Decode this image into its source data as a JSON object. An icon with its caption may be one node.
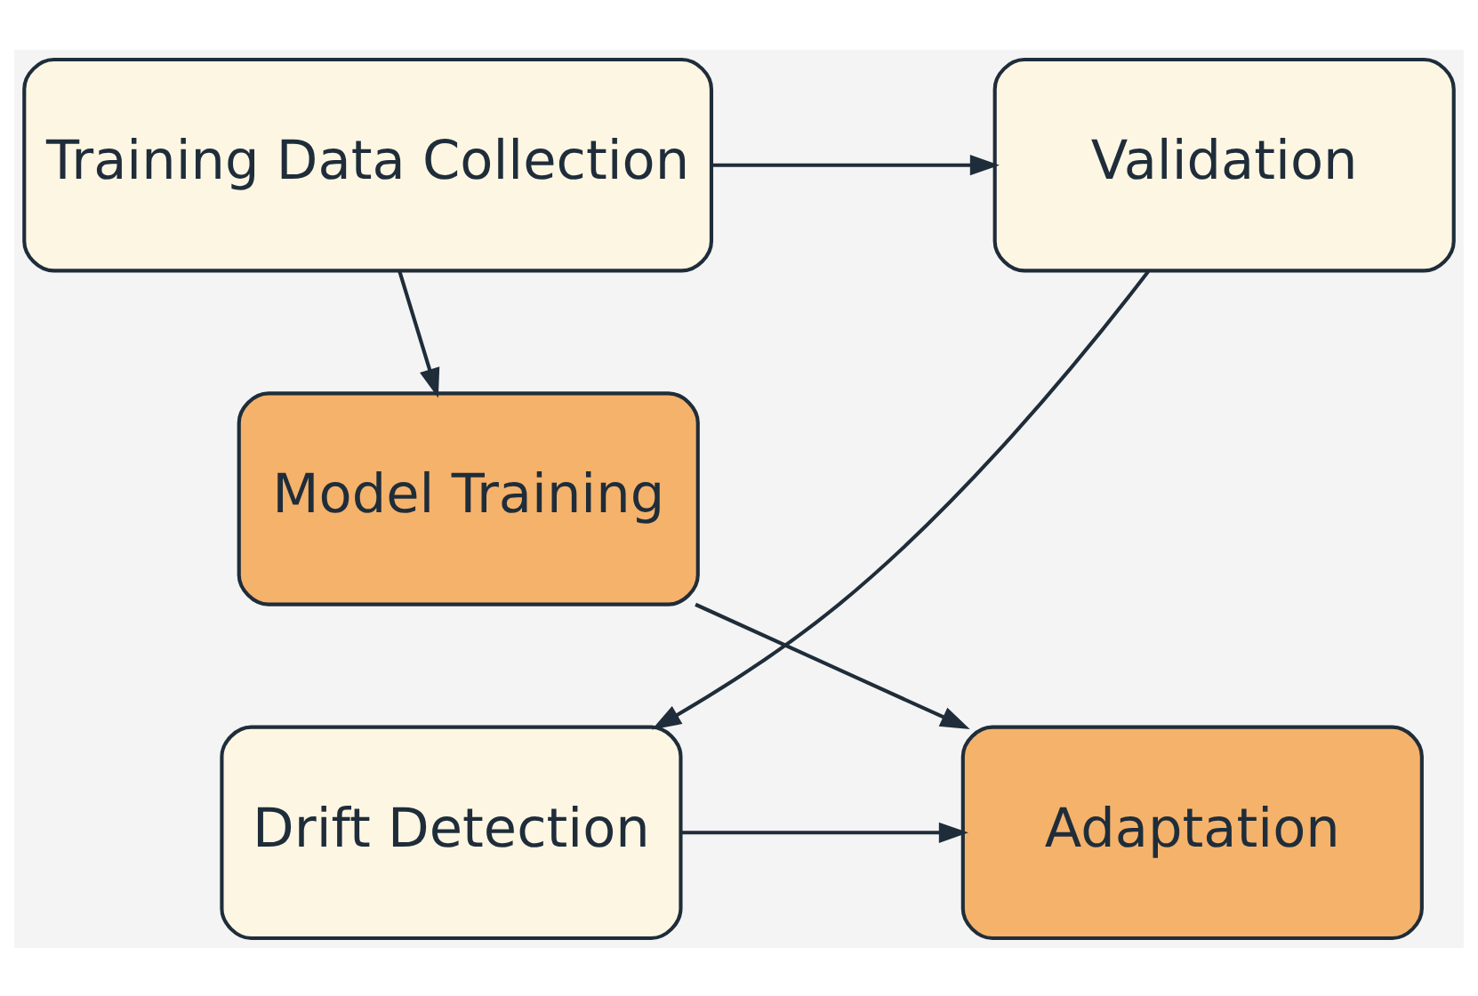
{
  "diagram": {
    "nodes": [
      {
        "text": [
          "Training Data Collection"
        ]
      },
      {
        "text": [
          "Validation"
        ]
      },
      {
        "text": [
          "Model Training"
        ]
      },
      {
        "text": [
          "Adaptation"
        ]
      },
      {
        "text": [
          "Drift Detection"
        ]
      }
    ],
    "edges": [
      {
        "from": 0,
        "to": 1,
        "arrow": "to"
      },
      {
        "from": 0,
        "to": 2,
        "arrow": "to"
      },
      {
        "from": 1,
        "to": 4,
        "arrow": "to"
      },
      {
        "from": 2,
        "to": 3,
        "arrow": "to"
      },
      {
        "from": 4,
        "to": 3,
        "arrow": "to"
      }
    ]
  }
}
